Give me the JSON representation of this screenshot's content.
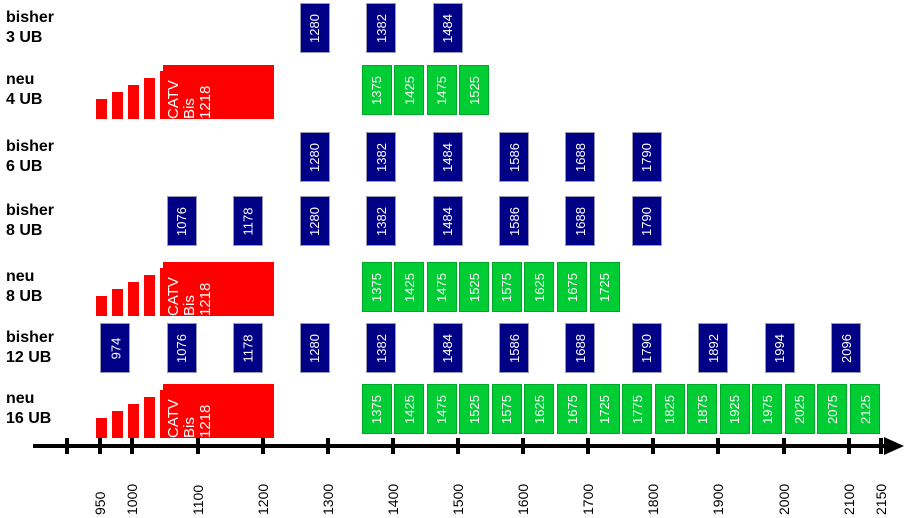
{
  "colors": {
    "bisher_box": "#000087",
    "neu_box": "#00CC33",
    "catv_block": "#FF0000",
    "box_text": "#FFFFFF",
    "axis": "#000000"
  },
  "catv": {
    "lines": [
      "CATV",
      "Bis",
      "1218"
    ]
  },
  "chart_data": {
    "type": "bar",
    "title": "",
    "x_axis": {
      "tick_values": [
        950,
        1000,
        1100,
        1200,
        1300,
        1400,
        1500,
        1600,
        1700,
        1800,
        1900,
        2000,
        2100,
        2150
      ],
      "tick_labels": [
        "950",
        "1000",
        "1100",
        "1200",
        "1300",
        "1400",
        "1500",
        "1600",
        "1700",
        "1800",
        "1900",
        "2000",
        "2100",
        "2150"
      ],
      "unlabeled_tick_values": [
        900
      ],
      "range": [
        900,
        2150
      ],
      "arrow": "right"
    },
    "rows": [
      {
        "label": [
          "bisher",
          "3 UB"
        ],
        "kind": "bisher",
        "catv": false,
        "boxes": [
          1280,
          1382,
          1484
        ]
      },
      {
        "label": [
          "neu",
          "4 UB"
        ],
        "kind": "neu",
        "catv": true,
        "catv_upper_limit": 1218,
        "boxes": [
          1375,
          1425,
          1475,
          1525
        ]
      },
      {
        "label": [
          "bisher",
          "6 UB"
        ],
        "kind": "bisher",
        "catv": false,
        "boxes": [
          1280,
          1382,
          1484,
          1586,
          1688,
          1790
        ]
      },
      {
        "label": [
          "bisher",
          "8 UB"
        ],
        "kind": "bisher",
        "catv": false,
        "boxes": [
          1076,
          1178,
          1280,
          1382,
          1484,
          1586,
          1688,
          1790
        ]
      },
      {
        "label": [
          "neu",
          "8 UB"
        ],
        "kind": "neu",
        "catv": true,
        "catv_upper_limit": 1218,
        "boxes": [
          1375,
          1425,
          1475,
          1525,
          1575,
          1625,
          1675,
          1725
        ]
      },
      {
        "label": [
          "bisher",
          "12 UB"
        ],
        "kind": "bisher",
        "catv": false,
        "boxes": [
          974,
          1076,
          1178,
          1280,
          1382,
          1484,
          1586,
          1688,
          1790,
          1892,
          1994,
          2096
        ]
      },
      {
        "label": [
          "neu",
          "16 UB"
        ],
        "kind": "neu",
        "catv": true,
        "catv_upper_limit": 1218,
        "boxes": [
          1375,
          1425,
          1475,
          1525,
          1575,
          1625,
          1675,
          1725,
          1775,
          1825,
          1875,
          1925,
          1975,
          2025,
          2075,
          2125
        ]
      }
    ]
  }
}
